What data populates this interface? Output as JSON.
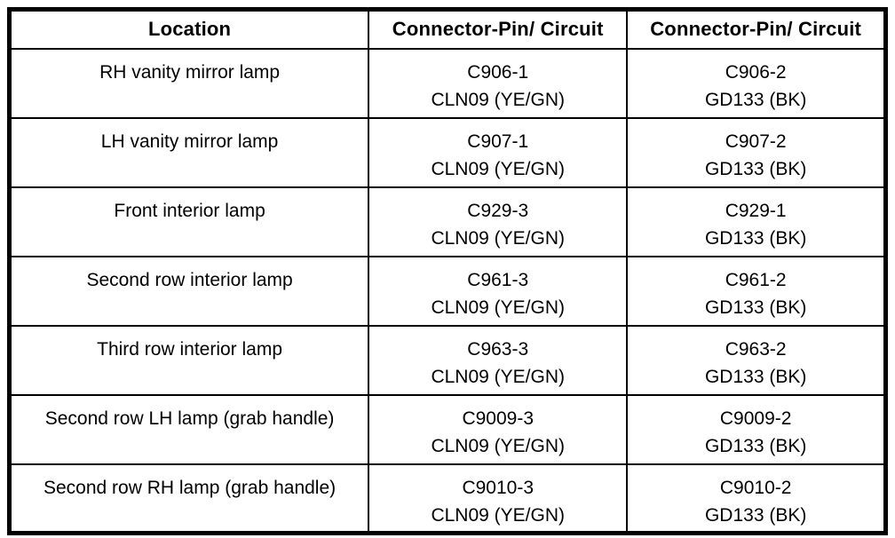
{
  "colors": {
    "background": "#ffffff",
    "border": "#000000",
    "text": "#000000"
  },
  "table": {
    "headers": [
      "Location",
      "Connector-Pin/ Circuit",
      "Connector-Pin/ Circuit"
    ],
    "rows": [
      {
        "location": "RH vanity mirror lamp",
        "pin1": "C906-1",
        "circuit1": "CLN09 (YE/GN)",
        "pin2": "C906-2",
        "circuit2": "GD133 (BK)"
      },
      {
        "location": "LH vanity mirror lamp",
        "pin1": "C907-1",
        "circuit1": "CLN09 (YE/GN)",
        "pin2": "C907-2",
        "circuit2": "GD133 (BK)"
      },
      {
        "location": "Front interior lamp",
        "pin1": "C929-3",
        "circuit1": "CLN09 (YE/GN)",
        "pin2": "C929-1",
        "circuit2": "GD133 (BK)"
      },
      {
        "location": "Second row interior lamp",
        "pin1": "C961-3",
        "circuit1": "CLN09 (YE/GN)",
        "pin2": "C961-2",
        "circuit2": "GD133 (BK)"
      },
      {
        "location": "Third row interior lamp",
        "pin1": "C963-3",
        "circuit1": "CLN09 (YE/GN)",
        "pin2": "C963-2",
        "circuit2": "GD133 (BK)"
      },
      {
        "location": "Second row LH lamp (grab handle)",
        "pin1": "C9009-3",
        "circuit1": "CLN09 (YE/GN)",
        "pin2": "C9009-2",
        "circuit2": "GD133 (BK)"
      },
      {
        "location": "Second row RH lamp (grab handle)",
        "pin1": "C9010-3",
        "circuit1": "CLN09 (YE/GN)",
        "pin2": "C9010-2",
        "circuit2": "GD133 (BK)"
      }
    ]
  }
}
